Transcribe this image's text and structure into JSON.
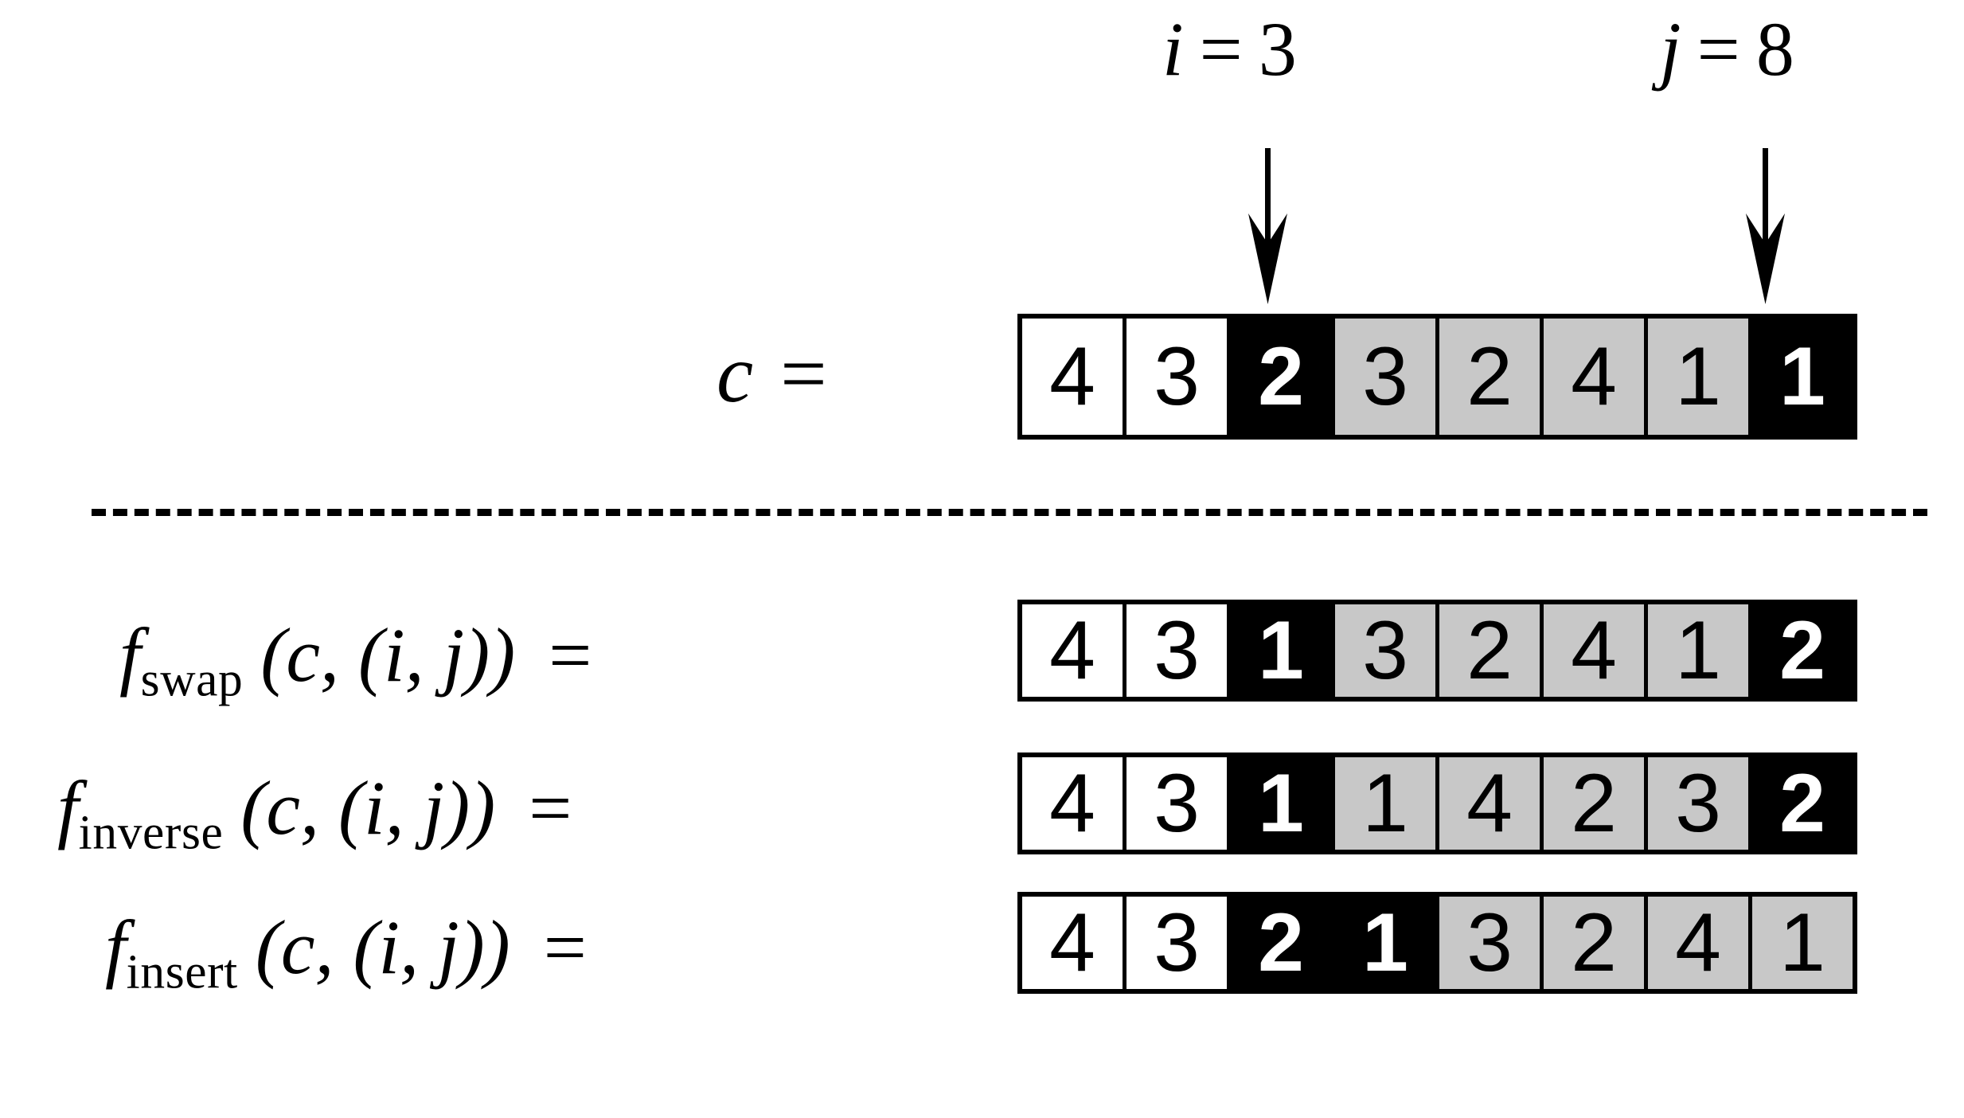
{
  "figure": {
    "type": "diagram",
    "description": "Permutation-operator illustration on an integer sequence c with highlighted positions i and j",
    "background_color": "#ffffff",
    "cell_colors": {
      "plain": "#ffffff",
      "affected": "#c8c8c8",
      "selected": "#000000",
      "frame": "#000000"
    }
  },
  "annotations": {
    "i": {
      "var": "i",
      "eq": "=",
      "value": "3",
      "full": "i = 3",
      "points_to_index": 3
    },
    "j": {
      "var": "j",
      "eq": "=",
      "value": "8",
      "full": "j = 8",
      "points_to_index": 8
    }
  },
  "rows": [
    {
      "id": "c",
      "label": {
        "fn": "c",
        "sub": "",
        "args": "",
        "eq": "="
      },
      "cells": [
        {
          "value": "4",
          "style": "white"
        },
        {
          "value": "3",
          "style": "white"
        },
        {
          "value": "2",
          "style": "black"
        },
        {
          "value": "3",
          "style": "gray"
        },
        {
          "value": "2",
          "style": "gray"
        },
        {
          "value": "4",
          "style": "gray"
        },
        {
          "value": "1",
          "style": "gray"
        },
        {
          "value": "1",
          "style": "black"
        }
      ]
    },
    {
      "id": "f-swap",
      "label": {
        "fn": "f",
        "sub": "swap",
        "args": "(c, (i, j))",
        "eq": "="
      },
      "cells": [
        {
          "value": "4",
          "style": "white"
        },
        {
          "value": "3",
          "style": "white"
        },
        {
          "value": "1",
          "style": "black"
        },
        {
          "value": "3",
          "style": "gray"
        },
        {
          "value": "2",
          "style": "gray"
        },
        {
          "value": "4",
          "style": "gray"
        },
        {
          "value": "1",
          "style": "gray"
        },
        {
          "value": "2",
          "style": "black"
        }
      ]
    },
    {
      "id": "f-inverse",
      "label": {
        "fn": "f",
        "sub": "inverse",
        "args": "(c, (i, j))",
        "eq": "="
      },
      "cells": [
        {
          "value": "4",
          "style": "white"
        },
        {
          "value": "3",
          "style": "white"
        },
        {
          "value": "1",
          "style": "black"
        },
        {
          "value": "1",
          "style": "gray"
        },
        {
          "value": "4",
          "style": "gray"
        },
        {
          "value": "2",
          "style": "gray"
        },
        {
          "value": "3",
          "style": "gray"
        },
        {
          "value": "2",
          "style": "black"
        }
      ]
    },
    {
      "id": "f-insert",
      "label": {
        "fn": "f",
        "sub": "insert",
        "args": "(c, (i, j))",
        "eq": "="
      },
      "cells": [
        {
          "value": "4",
          "style": "white"
        },
        {
          "value": "3",
          "style": "white"
        },
        {
          "value": "2",
          "style": "black"
        },
        {
          "value": "1",
          "style": "black"
        },
        {
          "value": "3",
          "style": "gray"
        },
        {
          "value": "2",
          "style": "gray"
        },
        {
          "value": "4",
          "style": "gray"
        },
        {
          "value": "1",
          "style": "gray"
        }
      ]
    }
  ],
  "separator": {
    "style": "dashed",
    "color": "#000000"
  }
}
